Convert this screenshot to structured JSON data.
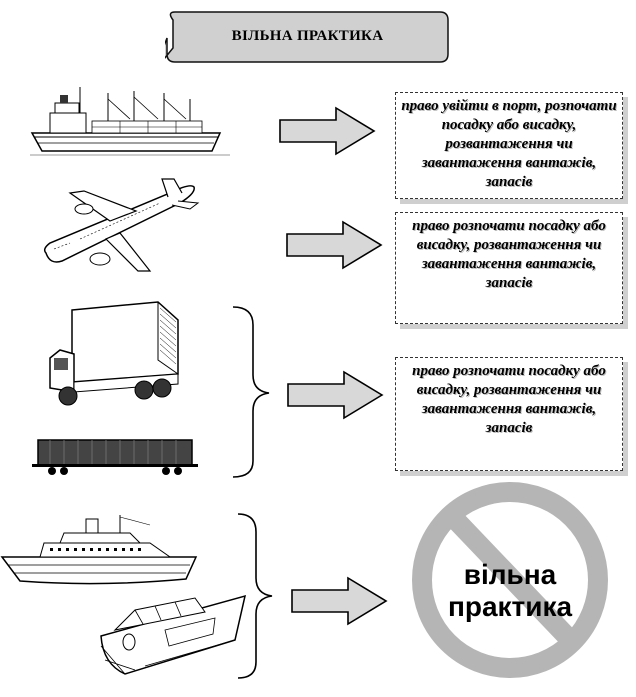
{
  "title": "ВІЛЬНА ПРАКТИКА",
  "boxes": [
    {
      "text": "право увійти в порт, розпочати посадку або висадку, розвантаження чи завантаження вантажів, запасів"
    },
    {
      "text": "право  розпочати посадку або висадку, розвантаження чи завантаження вантажів, запасів"
    },
    {
      "text": "право  розпочати посадку або висадку, розвантаження чи завантаження вантажів, запасів"
    }
  ],
  "prohibited": {
    "line1": "вільна",
    "line2": "практика"
  },
  "icons": [
    "cargo-ship-icon",
    "airplane-icon",
    "truck-icon",
    "railcar-icon",
    "cruise-ship-icon",
    "yacht-icon",
    "no-sign-icon"
  ],
  "colors": {
    "bubble_fill": "#d0d0d0",
    "arrow_fill": "#d8d8d8",
    "no_sign": "#b5b5b5",
    "box_shadow": "#cfcfcf"
  }
}
